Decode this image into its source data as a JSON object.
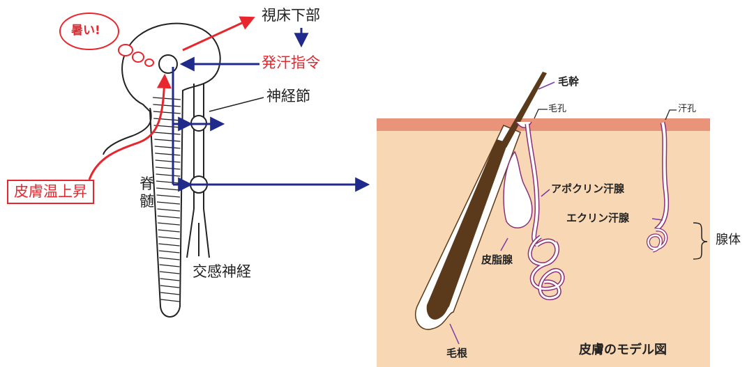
{
  "nervous_system": {
    "hypothalamus": "視床下部",
    "sweat_command": "発汗指令",
    "ganglion": "神経節",
    "spinal_cord": "脊髄",
    "sympathetic_nerve": "交感神経",
    "hot_bubble": "暑い!",
    "skin_temp_rise": "皮膚温上昇"
  },
  "skin_model": {
    "hair_shaft": "毛幹",
    "hair_pore": "毛孔",
    "sweat_pore": "汗孔",
    "apocrine_gland": "アポクリン汗腺",
    "eccrine_gland": "エクリン汗腺",
    "gland_body": "腺体",
    "sebaceous_gland": "皮脂腺",
    "hair_root": "毛根",
    "title": "皮膚のモデル図"
  },
  "colors": {
    "red": "#e8262d",
    "navy": "#1f2a8a",
    "skin": "#f8d8b4",
    "epidermis": "#e8937a",
    "hair": "#5a3a1a",
    "gland": "#8a2f7a",
    "callout": "#7a3aa8"
  }
}
